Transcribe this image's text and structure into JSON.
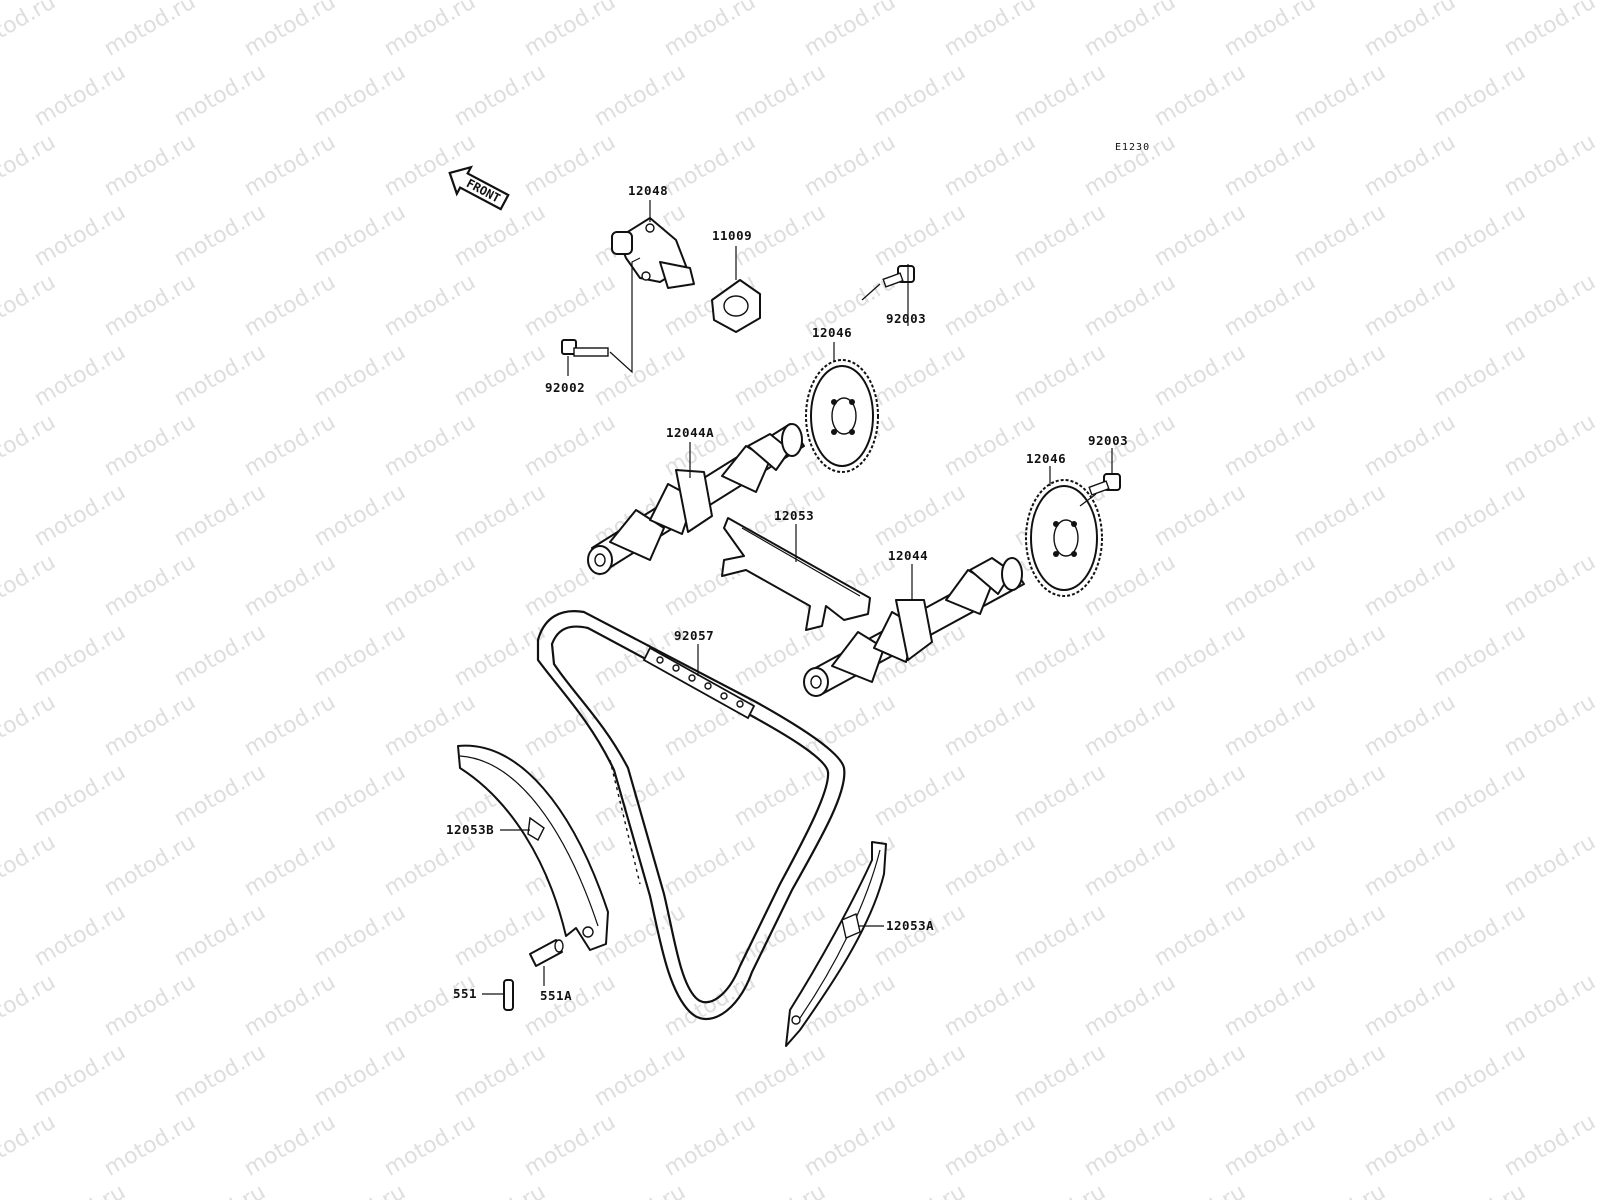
{
  "diagram": {
    "code": "E1230",
    "front_label": "FRONT",
    "watermark": "motod.ru",
    "parts": [
      {
        "id": "tensioner",
        "label": "12048"
      },
      {
        "id": "tensioner-gasket",
        "label": "11009"
      },
      {
        "id": "tensioner-bolt",
        "label": "92002"
      },
      {
        "id": "sprocket-upper",
        "label": "12046"
      },
      {
        "id": "sprocket-bolt-upper",
        "label": "92003"
      },
      {
        "id": "camshaft-exhaust",
        "label": "12044A"
      },
      {
        "id": "chain-guide-top",
        "label": "12053"
      },
      {
        "id": "sprocket-lower",
        "label": "12046"
      },
      {
        "id": "sprocket-bolt-lower",
        "label": "92003"
      },
      {
        "id": "camshaft-intake",
        "label": "12044"
      },
      {
        "id": "cam-chain",
        "label": "92057"
      },
      {
        "id": "chain-guide-rear",
        "label": "12053B"
      },
      {
        "id": "chain-guide-front",
        "label": "12053A"
      },
      {
        "id": "pin",
        "label": "551"
      },
      {
        "id": "collar",
        "label": "551A"
      }
    ]
  }
}
